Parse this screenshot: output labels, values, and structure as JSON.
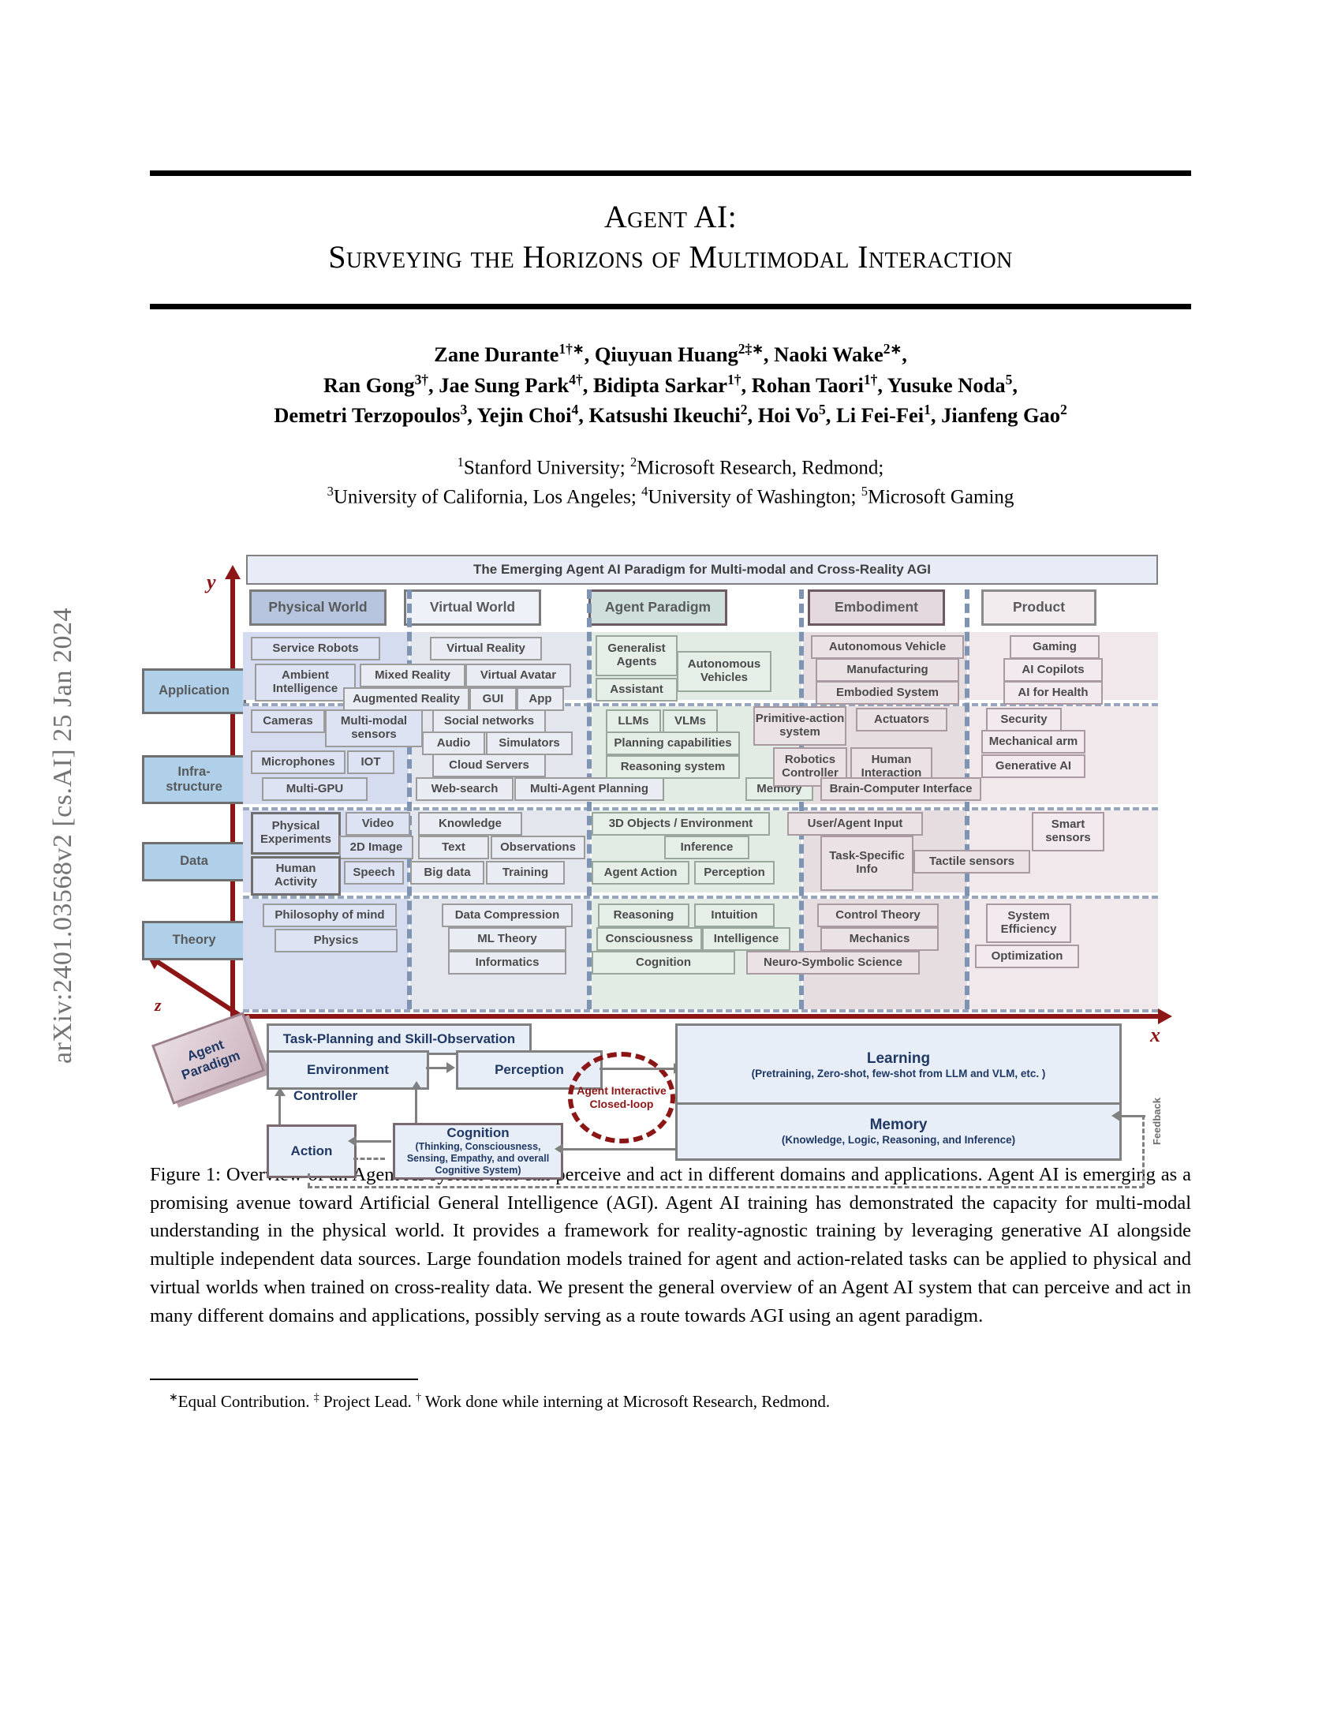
{
  "arxiv_stamp": "arXiv:2401.03568v2  [cs.AI]  25 Jan 2024",
  "title": {
    "line1": "Agent AI:",
    "line2": "Surveying the Horizons of Multimodal Interaction"
  },
  "authors": {
    "line1": "Zane Durante<sup>1†∗</sup>, Qiuyuan Huang<sup>2‡∗</sup>, Naoki Wake<sup>2∗</sup>,",
    "line2": "Ran Gong<sup>3†</sup>, Jae Sung Park<sup>4†</sup>, Bidipta Sarkar<sup>1†</sup>, Rohan Taori<sup>1†</sup>, Yusuke Noda<sup>5</sup>,",
    "line3": "Demetri Terzopoulos<sup>3</sup>, Yejin Choi<sup>4</sup>, Katsushi Ikeuchi<sup>2</sup>, Hoi Vo<sup>5</sup>, Li Fei-Fei<sup>1</sup>, Jianfeng Gao<sup>2</sup>"
  },
  "affiliations": {
    "line1": "<sup>1</sup>Stanford University; <sup>2</sup>Microsoft Research, Redmond;",
    "line2": "<sup>3</sup>University of California, Los Angeles; <sup>4</sup>University of Washington; <sup>5</sup>Microsoft Gaming"
  },
  "figure": {
    "banner": "The Emerging Agent AI Paradigm for Multi-modal and Cross-Reality AGI",
    "axes": {
      "y": "y",
      "x": "x",
      "z": "z"
    },
    "columns": [
      {
        "key": "physical",
        "label": "Physical World",
        "color": "#b6c4de"
      },
      {
        "key": "virtual",
        "label": "Virtual World",
        "color": "#eef1f8"
      },
      {
        "key": "agent",
        "label": "Agent Paradigm",
        "color": "#cfdfdb"
      },
      {
        "key": "embodiment",
        "label": "Embodiment",
        "color": "#e4d9de"
      },
      {
        "key": "product",
        "label": "Product",
        "color": "#f2ecef"
      }
    ],
    "rows": [
      {
        "key": "application",
        "label": "Application"
      },
      {
        "key": "infrastructure",
        "label": "Infra-\nstructure"
      },
      {
        "key": "data",
        "label": "Data"
      },
      {
        "key": "theory",
        "label": "Theory"
      }
    ],
    "cells": {
      "application": {
        "physical": [
          "Service Robots",
          "Ambient Intelligence"
        ],
        "virtual": [
          "Virtual Reality",
          "Mixed Reality",
          "Virtual Avatar",
          "Augmented Reality",
          "GUI",
          "App"
        ],
        "agent": [
          "Generalist Agents",
          "Autonomous Vehicles",
          "Assistant"
        ],
        "embodiment": [
          "Autonomous Vehicle",
          "Manufacturing",
          "Embodied System"
        ],
        "product": [
          "Gaming",
          "AI Copilots",
          "AI for Health"
        ]
      },
      "infrastructure": {
        "physical": [
          "Cameras",
          "Multi-modal sensors",
          "Microphones",
          "IOT",
          "Multi-GPU"
        ],
        "virtual": [
          "Social networks",
          "Audio",
          "Simulators",
          "Cloud Servers",
          "Web-search",
          "Multi-Agent Planning"
        ],
        "agent": [
          "LLMs",
          "VLMs",
          "Planning capabilities",
          "Reasoning system",
          "Memory"
        ],
        "embodiment": [
          "Primitive-action system",
          "Actuators",
          "Robotics Controller",
          "Human Interaction",
          "Brain-Computer Interface"
        ],
        "product": [
          "Security",
          "Mechanical arm",
          "Generative AI"
        ]
      },
      "data": {
        "physical": [
          "Physical Experiments",
          "Video",
          "2D Image",
          "Human Activity",
          "Speech"
        ],
        "virtual": [
          "Knowledge",
          "Text",
          "Observations",
          "Big data",
          "Training"
        ],
        "agent": [
          "3D Objects / Environment",
          "Inference",
          "Agent Action",
          "Perception"
        ],
        "embodiment": [
          "User/Agent  Input",
          "Task-Specific Info",
          "Tactile sensors"
        ],
        "product": [
          "Smart sensors"
        ]
      },
      "theory": {
        "physical": [
          "Philosophy of mind",
          "Physics"
        ],
        "virtual": [
          "Data Compression",
          "ML Theory",
          "Informatics"
        ],
        "agent": [
          "Reasoning",
          "Intuition",
          "Consciousness",
          "Intelligence",
          "Cognition"
        ],
        "embodiment": [
          "Control Theory",
          "Mechanics",
          "Neuro-Symbolic Science"
        ],
        "product": [
          "System Efficiency",
          "Optimization"
        ]
      }
    },
    "flow": {
      "agent_paradigm_3d": "Agent Paradigm",
      "task_planning": "Task-Planning and Skill-Observation",
      "environment": "Environment",
      "perception": "Perception",
      "controller": "Controller",
      "action": "Action",
      "cognition_title": "Cognition",
      "cognition_sub": "(Thinking, Consciousness, Sensing, Empathy, and overall Cognitive System)",
      "closed_loop": "Agent Interactive Closed-loop",
      "learning_title": "Learning",
      "learning_sub": "(Pretraining, Zero-shot, few-shot from LLM and VLM, etc. )",
      "memory_title": "Memory",
      "memory_sub": "(Knowledge, Logic, Reasoning, and Inference)",
      "feedback": "Feedback"
    }
  },
  "caption": "Figure 1: Overview of an Agent AI system that can perceive and act in different domains and applications. Agent AI is emerging as a promising avenue toward Artificial General Intelligence (AGI). Agent AI training has demonstrated the capacity for multi-modal understanding in the physical world. It provides a framework for reality-agnostic training by leveraging generative AI alongside multiple independent data sources. Large foundation models trained for agent and action-related tasks can be applied to physical and virtual worlds when trained on cross-reality data. We present the general overview of an Agent AI system that can perceive and act in many different domains and applications, possibly serving as a route towards AGI using an agent paradigm.",
  "footnote": "<sup>∗</sup>Equal Contribution. <sup>‡</sup> Project Lead. <sup>†</sup> Work done while interning at Microsoft Research, Redmond."
}
